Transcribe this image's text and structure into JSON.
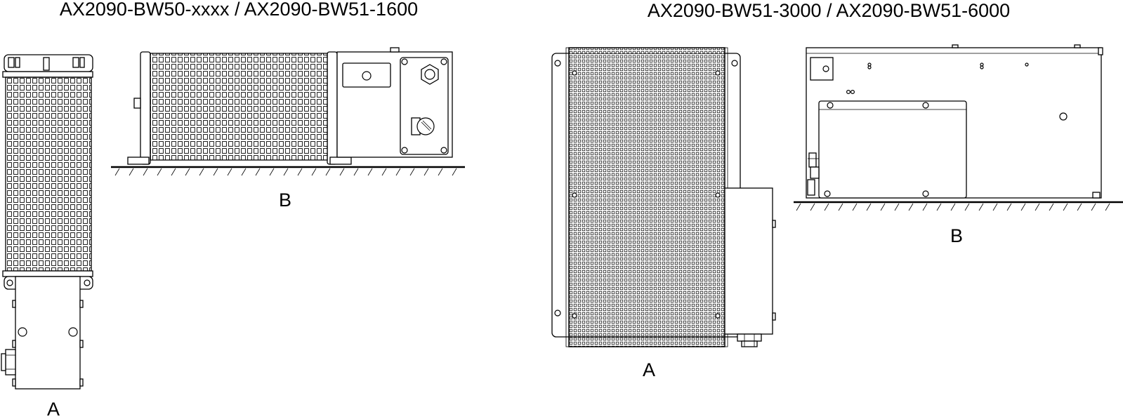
{
  "diagram": {
    "left_group": {
      "title": "AX2090-BW50-xxxx / AX2090-BW51-1600",
      "view_a_label": "A",
      "view_b_label": "B"
    },
    "right_group": {
      "title": "AX2090-BW51-3000 / AX2090-BW51-6000",
      "view_a_label": "A",
      "view_b_label": "B"
    }
  }
}
